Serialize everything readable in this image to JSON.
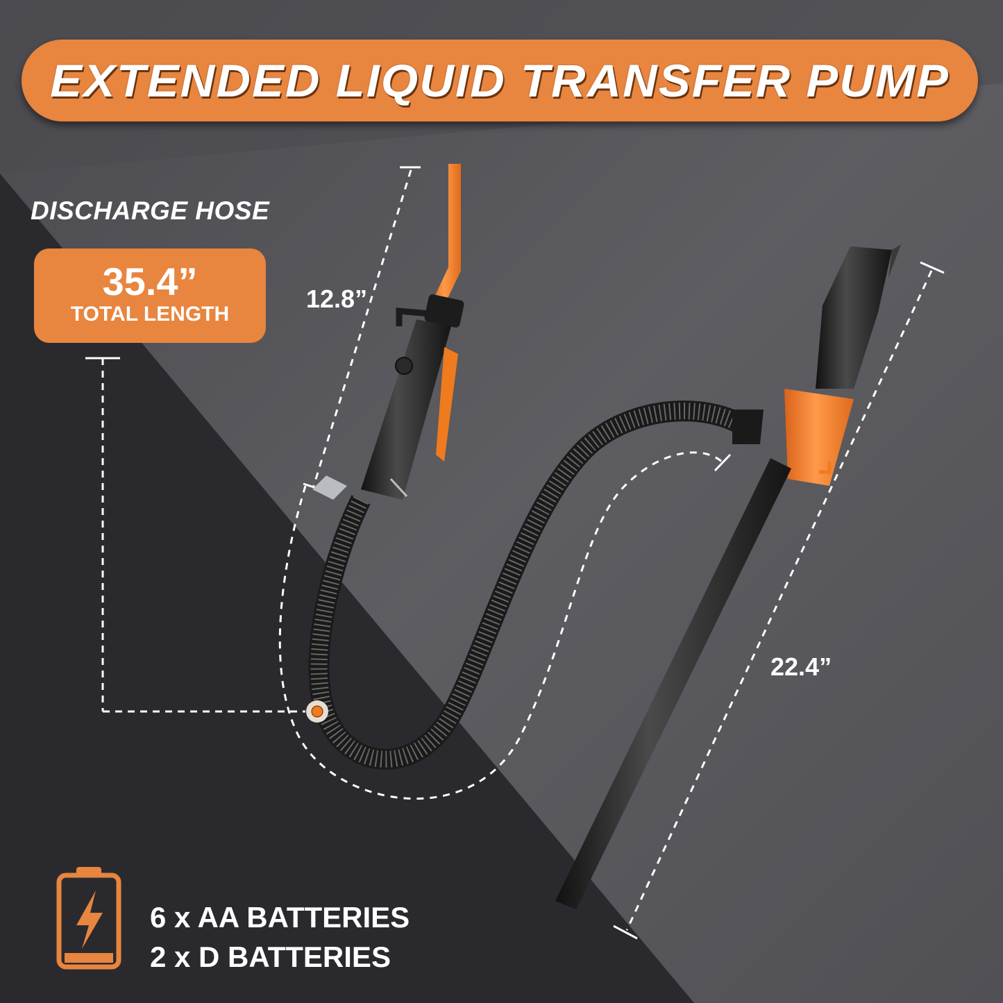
{
  "header": {
    "title": "EXTENDED LIQUID TRANSFER PUMP"
  },
  "discharge_hose": {
    "label": "DISCHARGE HOSE",
    "total_length_value": "35.4”",
    "total_length_caption": "TOTAL LENGTH"
  },
  "dimensions": {
    "nozzle_length": "12.8”",
    "suction_tube_length": "22.4”"
  },
  "batteries": {
    "icon": "battery-charging-icon",
    "lines": [
      "6 x AA BATTERIES",
      "2 x D BATTERIES"
    ]
  },
  "colors": {
    "accent_orange": "#e8853f",
    "pump_orange": "#f07a1e",
    "background_light": "#5c5c61",
    "background_dark": "#2a2a2e",
    "text": "#ffffff"
  }
}
